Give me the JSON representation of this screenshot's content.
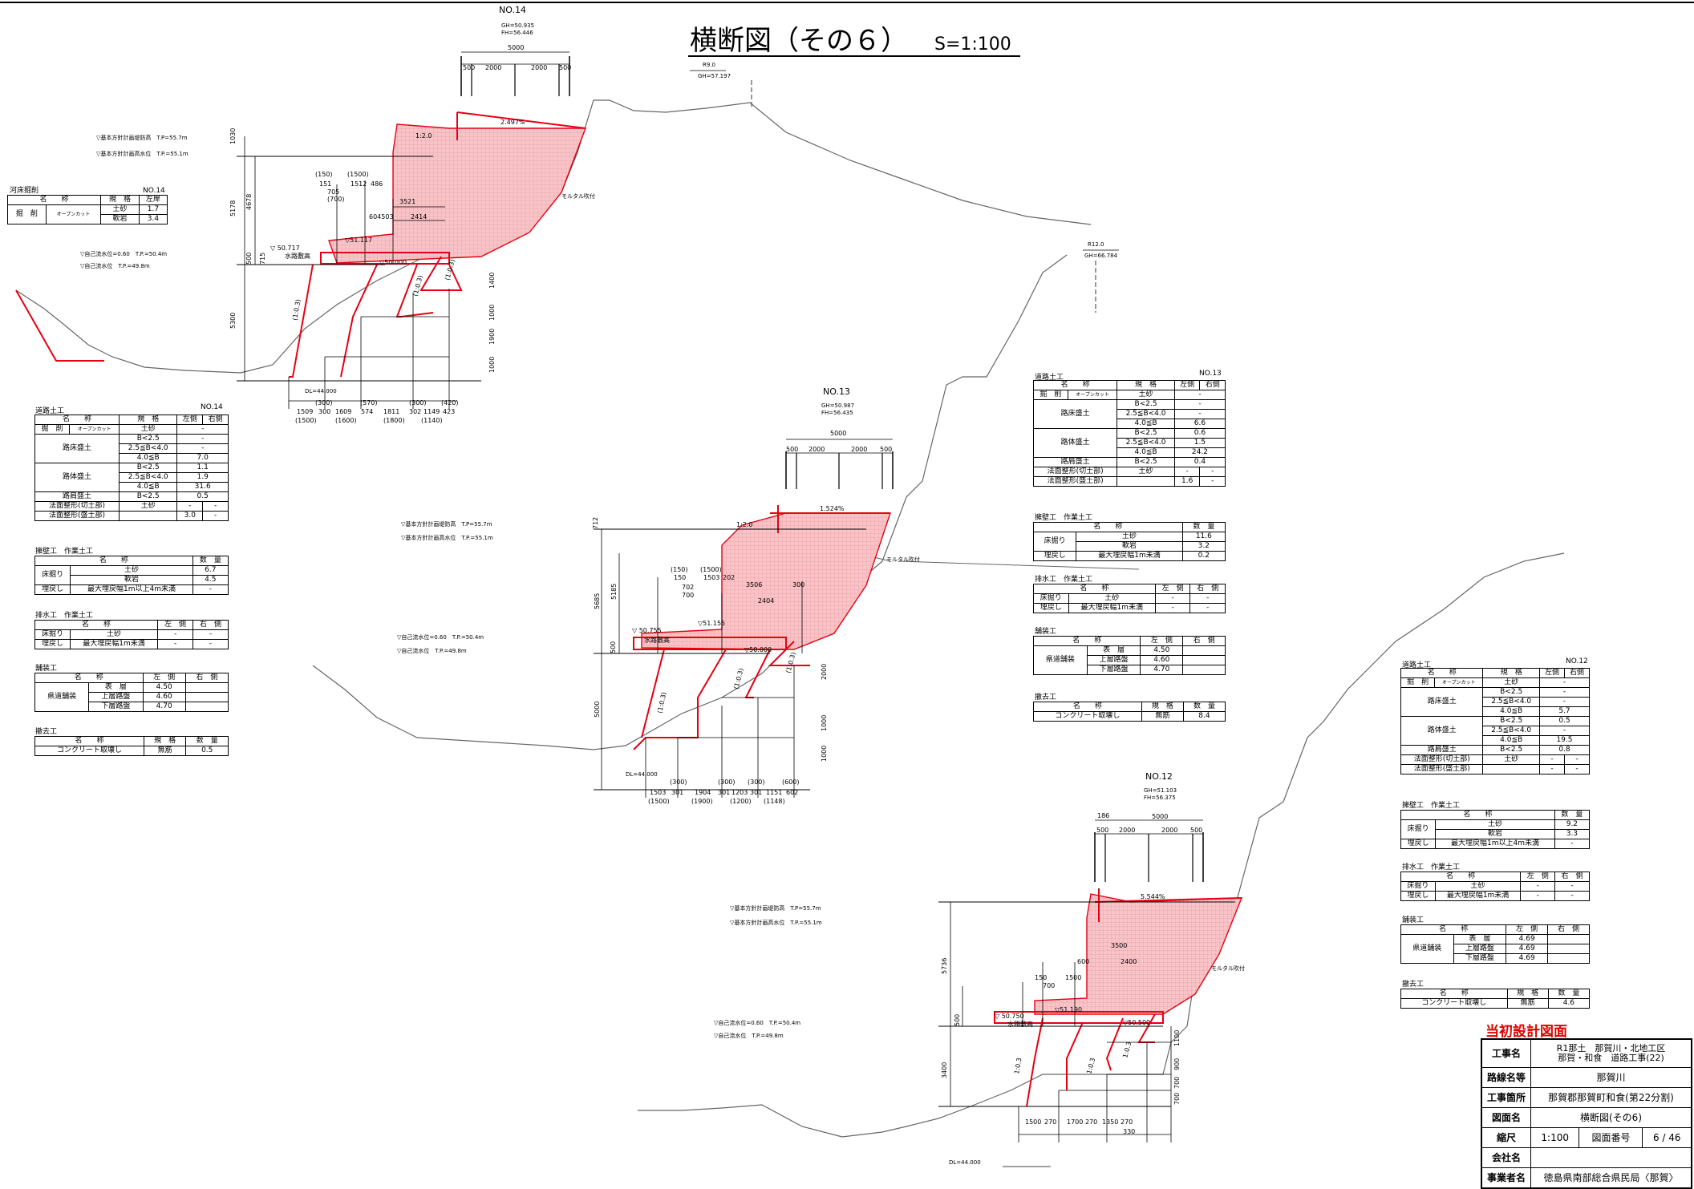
{
  "drawing": {
    "title": "横断図（その６）",
    "scale": "S=1:100",
    "stamp": "当初設計図面"
  },
  "colors": {
    "line": "#000000",
    "cut_fill": "#f6b3b8",
    "structure": "#e60012",
    "stamp": "#e00000"
  },
  "sections": [
    {
      "id": "NO.14",
      "gh": "GH=50.935",
      "fh": "FH=56.446",
      "top_width": "5000",
      "top_dims": [
        "500",
        "2000",
        "2000",
        "500"
      ],
      "grade": "2.497%",
      "slope_top": "1:2.0",
      "height_total": "5178",
      "height_upper": "4678",
      "height_lower": "5300",
      "h_dims": [
        "1030",
        "500",
        "715"
      ],
      "wl_1": "▽基本方針計画堤防高　T.P=55.7m",
      "wl_2": "▽基本方針計画高水位　T.P.=55.1m",
      "wl_3": "▽自己流水位=0.60　T.P.=50.4m",
      "wl_4": "▽自己流水位　T.P.=49.8m",
      "level_1": "▽ 50.717",
      "level_2": "▽51.117",
      "level_3": "▽50.000",
      "channel_note": "水路敷高",
      "mortar_note": "モルタル吹付",
      "dim_1": "(150)",
      "dim_2": "151",
      "dim_3": "(1500)",
      "dim_4": "1512",
      "dim_5": "486",
      "dim_6": "705",
      "dim_7": "(700)",
      "dim_8": "3521",
      "dim_9": "604503",
      "dim_10": "2414",
      "slope_1": "(1:0.3)",
      "slope_2": "(1:0.3)",
      "slope_3": "(1:0.3)",
      "vert_1": "1400",
      "vert_2": "1000",
      "vert_3": "1900",
      "vert_4": "1000",
      "dl": "DL=44.000",
      "bottom_paren": [
        "(300)",
        "(570)",
        "(300)",
        "(420)"
      ],
      "bottom_dims": [
        "1509",
        "300",
        "1609",
        "574",
        "1811",
        "302",
        "1149",
        "423"
      ],
      "bottom_paren2": [
        "(1500)",
        "(1600)",
        "(1800)",
        "(1140)"
      ]
    },
    {
      "id": "NO.13",
      "gh": "GH=50.987",
      "fh": "FH=56.435",
      "top_width": "5000",
      "top_dims": [
        "500",
        "2000",
        "2000",
        "500"
      ],
      "grade": "1.524%",
      "slope_top": "1:2.0",
      "height_total": "5685",
      "height_upper": "5185",
      "height_lower": "5000",
      "h_dims": [
        "712",
        "500"
      ],
      "wl_1": "▽基本方針計画堤防高　T.P=55.7m",
      "wl_2": "▽基本方針計画高水位　T.P.=55.1m",
      "wl_3": "▽自己流水位=0.60　T.P.=50.4m",
      "wl_4": "▽自己流水位　T.P.=49.8m",
      "level_1": "▽ 50.755",
      "level_2": "▽51.155",
      "level_3": "▽50.000",
      "channel_note": "水路敷高",
      "mortar_note": "モルタル吹付",
      "dim_1": "(150)",
      "dim_2": "150",
      "dim_3": "(1500)",
      "dim_4": "1503",
      "dim_5": "202",
      "dim_6": "702",
      "dim_7": "700",
      "dim_8": "3506",
      "dim_9": "300",
      "dim_10": "2404",
      "slope_1": "(1:0.3)",
      "slope_2": "(1:0.3)",
      "slope_3": "(1:0.3)",
      "vert_1": "2000",
      "vert_2": "1000",
      "vert_3": "1000",
      "vert_4": "",
      "dl": "DL=44.000",
      "bottom_paren": [
        "(300)",
        "(300)",
        "(300)",
        "(600)"
      ],
      "bottom_dims": [
        "1503",
        "301",
        "1904",
        "301",
        "1203",
        "301",
        "1151",
        "602"
      ],
      "bottom_paren2": [
        "(1500)",
        "(1900)",
        "(1200)",
        "(1148)"
      ]
    },
    {
      "id": "NO.12",
      "gh": "GH=51.103",
      "fh": "FH=56.375",
      "top_width": "5000",
      "top_dims": [
        "500",
        "2000",
        "2000",
        "500"
      ],
      "grade": "5.544%",
      "slope_top": "",
      "height_total": "5736",
      "height_upper": "",
      "height_lower": "3400",
      "h_dims": [
        "186",
        "500"
      ],
      "wl_1": "▽基本方針計画堤防高　T.P=55.7m",
      "wl_2": "▽基本方針計画高水位　T.P.=55.1m",
      "wl_3": "▽自己流水位=0.60　T.P.=50.4m",
      "wl_4": "▽自己流水位　T.P.=49.8m",
      "level_1": "▽ 50.750",
      "level_2": "▽51.190",
      "level_3": "▽50.500",
      "channel_note": "水路敷高",
      "mortar_note": "モルタル吹付",
      "dim_1": "150",
      "dim_2": "700",
      "dim_3": "1500",
      "dim_4": "600",
      "dim_5": "3500",
      "dim_6": "2400",
      "dim_7": "",
      "dim_8": "",
      "dim_9": "",
      "dim_10": "",
      "slope_1": "1:0.3",
      "slope_2": "1:0.3",
      "slope_3": "1:0.3",
      "vert_1": "1100",
      "vert_2": "900",
      "vert_3": "700",
      "vert_4": "700",
      "dl": "DL=44.000",
      "bottom_paren": [],
      "bottom_dims": [
        "1500",
        "270",
        "1700",
        "270",
        "1350",
        "270",
        "330"
      ],
      "bottom_paren2": []
    }
  ],
  "ref_marks": {
    "r9": "R9.0",
    "r9_gh": "GH=57.197",
    "r12": "R12.0",
    "r12_gh": "GH=66.784"
  },
  "tables": {
    "riverbed_no14": {
      "title": "河床掘削",
      "station": "NO.14",
      "headers": [
        "名　　称",
        "規　格",
        "左岸"
      ],
      "rows": [
        [
          "掘　削",
          "オープンカット",
          "土砂",
          "1.7"
        ],
        [
          "",
          "",
          "軟岩",
          "3.4"
        ]
      ]
    },
    "road_no14": {
      "title": "道路土工",
      "station": "NO.14",
      "headers": [
        "名　　称",
        "規　格",
        "左側",
        "右側"
      ],
      "rows": [
        [
          "掘　削",
          "オープンカット",
          "土砂",
          "-",
          ""
        ],
        [
          "路床盛土",
          "",
          "B<2.5",
          "-",
          ""
        ],
        [
          "",
          "",
          "2.5≦B<4.0",
          "-",
          ""
        ],
        [
          "",
          "",
          "4.0≦B",
          "7.0",
          ""
        ],
        [
          "路体盛土",
          "",
          "B<2.5",
          "1.1",
          ""
        ],
        [
          "",
          "",
          "2.5≦B<4.0",
          "1.9",
          ""
        ],
        [
          "",
          "",
          "4.0≦B",
          "31.6",
          ""
        ],
        [
          "路肩盛土",
          "",
          "B<2.5",
          "0.5",
          ""
        ],
        [
          "法面整形(切土部)",
          "",
          "土砂",
          "-",
          "-"
        ],
        [
          "法面整形(盛土部)",
          "",
          "",
          "3.0",
          "-"
        ]
      ]
    },
    "retaining_no14": {
      "title": "擁壁工　作業土工",
      "headers": [
        "名　　称",
        "数　量"
      ],
      "rows": [
        [
          "床掘り",
          "土砂",
          "6.7"
        ],
        [
          "",
          "軟岩",
          "4.5"
        ],
        [
          "埋戻し",
          "最大埋戻幅1m以上4m未満",
          "-"
        ]
      ]
    },
    "drain_no14": {
      "title": "排水工　作業土工",
      "headers": [
        "名　　称",
        "左　側",
        "右　側"
      ],
      "rows": [
        [
          "床掘り",
          "土砂",
          "-",
          "-"
        ],
        [
          "埋戻し",
          "最大埋戻幅1m未満",
          "-",
          "-"
        ]
      ]
    },
    "pave_no14": {
      "title": "舗装工",
      "headers": [
        "名　　称",
        "左　側",
        "右　側"
      ],
      "rows": [
        [
          "県道舗装",
          "表　層",
          "4.50",
          ""
        ],
        [
          "",
          "上層路盤",
          "4.60",
          ""
        ],
        [
          "",
          "下層路盤",
          "4.70",
          ""
        ]
      ]
    },
    "removal_no14": {
      "title": "撤去工",
      "headers": [
        "名　　称",
        "規　格",
        "数　量"
      ],
      "rows": [
        [
          "コンクリート取壊し",
          "無筋",
          "0.5"
        ]
      ]
    },
    "road_no13": {
      "title": "道路土工",
      "station": "NO.13",
      "headers": [
        "名　　称",
        "規　格",
        "左側",
        "右側"
      ],
      "rows": [
        [
          "掘　削",
          "オープンカット",
          "土砂",
          "-",
          ""
        ],
        [
          "路床盛土",
          "",
          "B<2.5",
          "-",
          ""
        ],
        [
          "",
          "",
          "2.5≦B<4.0",
          "-",
          ""
        ],
        [
          "",
          "",
          "4.0≦B",
          "6.6",
          ""
        ],
        [
          "路体盛土",
          "",
          "B<2.5",
          "0.6",
          ""
        ],
        [
          "",
          "",
          "2.5≦B<4.0",
          "1.5",
          ""
        ],
        [
          "",
          "",
          "4.0≦B",
          "24.2",
          ""
        ],
        [
          "路肩盛土",
          "",
          "B<2.5",
          "0.4",
          ""
        ],
        [
          "法面整形(切土部)",
          "",
          "土砂",
          "-",
          "-"
        ],
        [
          "法面整形(盛土部)",
          "",
          "",
          "1.6",
          "-"
        ]
      ]
    },
    "retaining_no13": {
      "title": "擁壁工　作業土工",
      "headers": [
        "名　　称",
        "数　量"
      ],
      "rows": [
        [
          "床掘り",
          "土砂",
          "11.6"
        ],
        [
          "",
          "軟岩",
          "3.2"
        ],
        [
          "埋戻し",
          "最大埋戻幅1m未満",
          "0.2"
        ]
      ]
    },
    "drain_no13": {
      "title": "排水工　作業土工",
      "headers": [
        "名　　称",
        "左　側",
        "右　側"
      ],
      "rows": [
        [
          "床掘り",
          "土砂",
          "-",
          "-"
        ],
        [
          "埋戻し",
          "最大埋戻幅1m未満",
          "-",
          "-"
        ]
      ]
    },
    "pave_no13": {
      "title": "舗装工",
      "headers": [
        "名　　称",
        "左　側",
        "右　側"
      ],
      "rows": [
        [
          "県道舗装",
          "表　層",
          "4.50",
          ""
        ],
        [
          "",
          "上層路盤",
          "4.60",
          ""
        ],
        [
          "",
          "下層路盤",
          "4.70",
          ""
        ]
      ]
    },
    "removal_no13": {
      "title": "撤去工",
      "headers": [
        "名　　称",
        "規　格",
        "数　量"
      ],
      "rows": [
        [
          "コンクリート取壊し",
          "無筋",
          "8.4"
        ]
      ]
    },
    "road_no12": {
      "title": "道路土工",
      "station": "NO.12",
      "headers": [
        "名　　称",
        "規　格",
        "左側",
        "右側"
      ],
      "rows": [
        [
          "掘　削",
          "オープンカット",
          "土砂",
          "-",
          ""
        ],
        [
          "路床盛土",
          "",
          "B<2.5",
          "-",
          ""
        ],
        [
          "",
          "",
          "2.5≦B<4.0",
          "-",
          ""
        ],
        [
          "",
          "",
          "4.0≦B",
          "5.7",
          ""
        ],
        [
          "路体盛土",
          "",
          "B<2.5",
          "0.5",
          ""
        ],
        [
          "",
          "",
          "2.5≦B<4.0",
          "-",
          ""
        ],
        [
          "",
          "",
          "4.0≦B",
          "19.5",
          ""
        ],
        [
          "路肩盛土",
          "",
          "B<2.5",
          "0.8",
          ""
        ],
        [
          "法面整形(切土部)",
          "",
          "土砂",
          "-",
          "-"
        ],
        [
          "法面整形(盛土部)",
          "",
          "",
          "-",
          "-"
        ]
      ]
    },
    "retaining_no12": {
      "title": "擁壁工　作業土工",
      "headers": [
        "名　　称",
        "数　量"
      ],
      "rows": [
        [
          "床掘り",
          "土砂",
          "9.2"
        ],
        [
          "",
          "軟岩",
          "3.3"
        ],
        [
          "埋戻し",
          "最大埋戻幅1m以上4m未満",
          "-"
        ]
      ]
    },
    "drain_no12": {
      "title": "排水工　作業土工",
      "headers": [
        "名　　称",
        "左　側",
        "右　側"
      ],
      "rows": [
        [
          "床掘り",
          "土砂",
          "-",
          "-"
        ],
        [
          "埋戻し",
          "最大埋戻幅1m未満",
          "-",
          "-"
        ]
      ]
    },
    "pave_no12": {
      "title": "舗装工",
      "headers": [
        "名　　称",
        "左　側",
        "右　側"
      ],
      "rows": [
        [
          "県道舗装",
          "表　層",
          "4.69",
          ""
        ],
        [
          "",
          "上層路盤",
          "4.69",
          ""
        ],
        [
          "",
          "下層路盤",
          "4.69",
          ""
        ]
      ]
    },
    "removal_no12": {
      "title": "撤去工",
      "headers": [
        "名　　称",
        "規　格",
        "数　量"
      ],
      "rows": [
        [
          "コンクリート取壊し",
          "無筋",
          "4.6"
        ]
      ]
    }
  },
  "title_block": {
    "project_label": "工事名",
    "project_value_1": "R1那土　那賀川・北地工区",
    "project_value_2": "那賀・和食　道路工事(22)",
    "route_label": "路線名等",
    "route_value": "那賀川",
    "location_label": "工事箇所",
    "location_value": "那賀郡那賀町和食(第22分割)",
    "drawing_label": "図面名",
    "drawing_value": "横断図(その6)",
    "scale_label": "縮尺",
    "scale_value": "1:100",
    "number_label": "図面番号",
    "number_value": "6 / 46",
    "company_label": "会社名",
    "company_value": "",
    "client_label": "事業者名",
    "client_value": "徳島県南部総合県民局〈那賀〉"
  }
}
